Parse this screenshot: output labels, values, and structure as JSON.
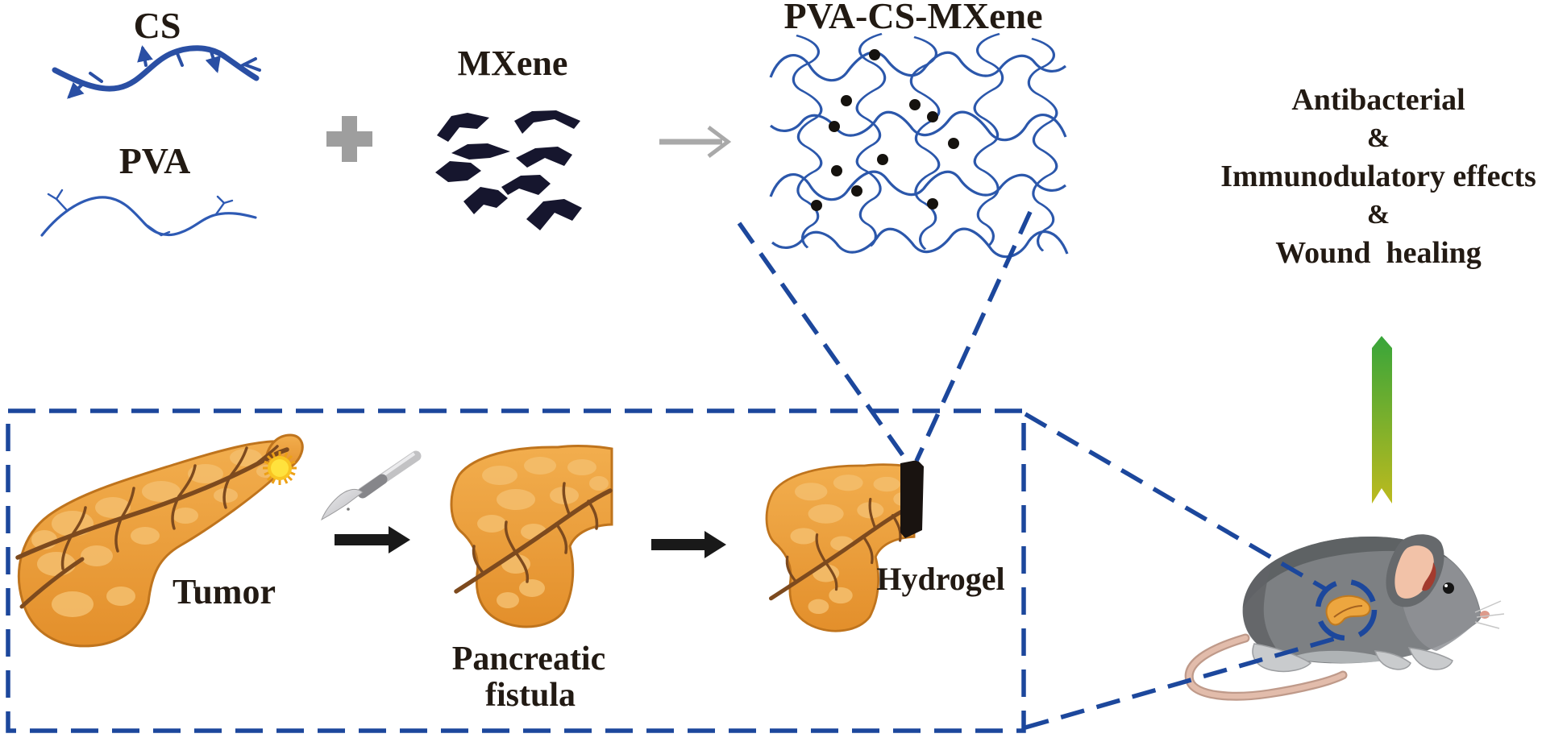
{
  "figure": {
    "title": "PVA-CS-MXene",
    "components": {
      "cs": "CS",
      "pva": "PVA",
      "mxene": "MXene"
    },
    "effects": {
      "line1": "Antibacterial",
      "amp1": "&",
      "line2": "Immunodulatory effects",
      "amp2": "&",
      "line3": "Wound  healing"
    },
    "process": {
      "tumor": "Tumor",
      "fistula_line1": "Pancreatic",
      "fistula_line2": "fistula",
      "hydrogel": "Hydrogel"
    },
    "colors": {
      "polymer_blue": "#2a4fa4",
      "pva_blue": "#2e5ab4",
      "network_blue": "#2b57ab",
      "dashed_blue": "#1c479c",
      "mxene_dark": "#16162e",
      "text_dark": "#221a13",
      "arrow_black": "#191919",
      "arrow_gray": "#a9a9a9",
      "plus_gray": "#9e9e9e",
      "pancreas_orange": "#e89a33",
      "pancreas_outline": "#bf741d",
      "duct_brown": "#7d4a1e",
      "tumor_yellow": "#ffe23d",
      "hydrogel_patch_black": "#191310",
      "gradient_green_top": "#38a53a",
      "gradient_green_bottom": "#bcba1e",
      "mouse_gray": "#7d8083",
      "ear_pink": "#f2c2a8"
    }
  }
}
